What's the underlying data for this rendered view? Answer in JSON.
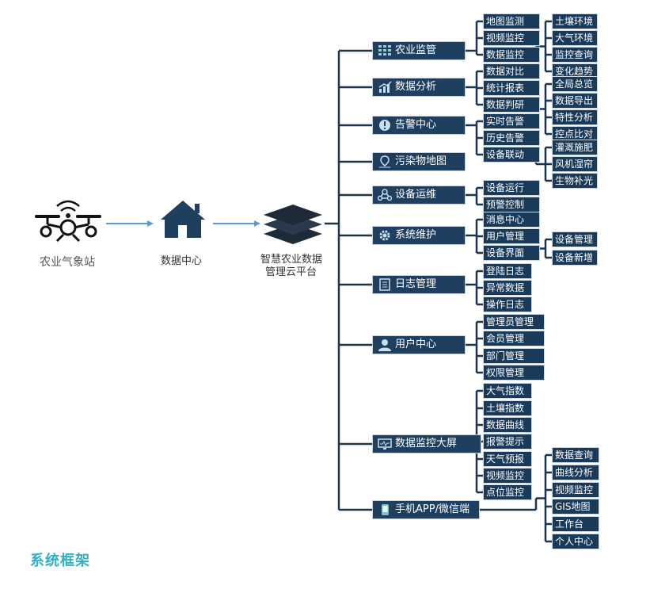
{
  "flow": {
    "station_label": "农业气象站",
    "data_center_label": "数据中心",
    "platform_label_line1": "智慧农业数据",
    "platform_label_line2": "管理云平台"
  },
  "footer_title": "系统框架",
  "categories": [
    {
      "label": "农业监管",
      "icon": "grid-icon",
      "subs": [
        "地图监测",
        "视频监控",
        "数据监控"
      ],
      "subsubs": [
        "土壤环境",
        "大气环境",
        "监控查询",
        "变化趋势"
      ]
    },
    {
      "label": "数据分析",
      "icon": "chart-icon",
      "subs": [
        "数据对比",
        "统计报表",
        "数据判研"
      ],
      "subsubs": [
        "全局总览",
        "数据导出",
        "特性分析",
        "控点比对"
      ]
    },
    {
      "label": "告警中心",
      "icon": "alert-icon",
      "subs": [
        "实时告警",
        "历史告警",
        "设备联动"
      ],
      "subsubs": [
        "灌溉施肥",
        "风机湿帘",
        "生物补光"
      ]
    },
    {
      "label": "污染物地图",
      "icon": "map-pin-icon",
      "subs": [],
      "subsubs": []
    },
    {
      "label": "设备运维",
      "icon": "network-icon",
      "subs": [
        "设备运行",
        "预警控制"
      ],
      "subsubs": []
    },
    {
      "label": "系统维护",
      "icon": "gear-icon",
      "subs": [
        "消息中心",
        "用户管理",
        "设备界面"
      ],
      "subsubs": [
        "设备管理",
        "设备新增"
      ]
    },
    {
      "label": "日志管理",
      "icon": "document-icon",
      "subs": [
        "登陆日志",
        "异常数据",
        "操作日志"
      ],
      "subsubs": []
    },
    {
      "label": "用户中心",
      "icon": "user-icon",
      "subs": [
        "管理员管理",
        "会员管理",
        "部门管理",
        "权限管理"
      ],
      "subsubs": []
    },
    {
      "label": "数据监控大屏",
      "icon": "monitor-icon",
      "subs": [
        "大气指数",
        "土壤指数",
        "数据曲线",
        "报警提示",
        "天气预报",
        "视频监控",
        "点位监控"
      ],
      "subsubs": []
    },
    {
      "label": "手机APP/微信端",
      "icon": "phone-icon",
      "subs": [],
      "subsubs": [
        "数据查询",
        "曲线分析",
        "视频监控",
        "GIS地图",
        "工作台",
        "个人中心"
      ]
    }
  ],
  "colors": {
    "box": "#1a3a5a",
    "line": "#1b3550",
    "arrow": "#5b9bd5",
    "accent": "#2fb0c6"
  }
}
